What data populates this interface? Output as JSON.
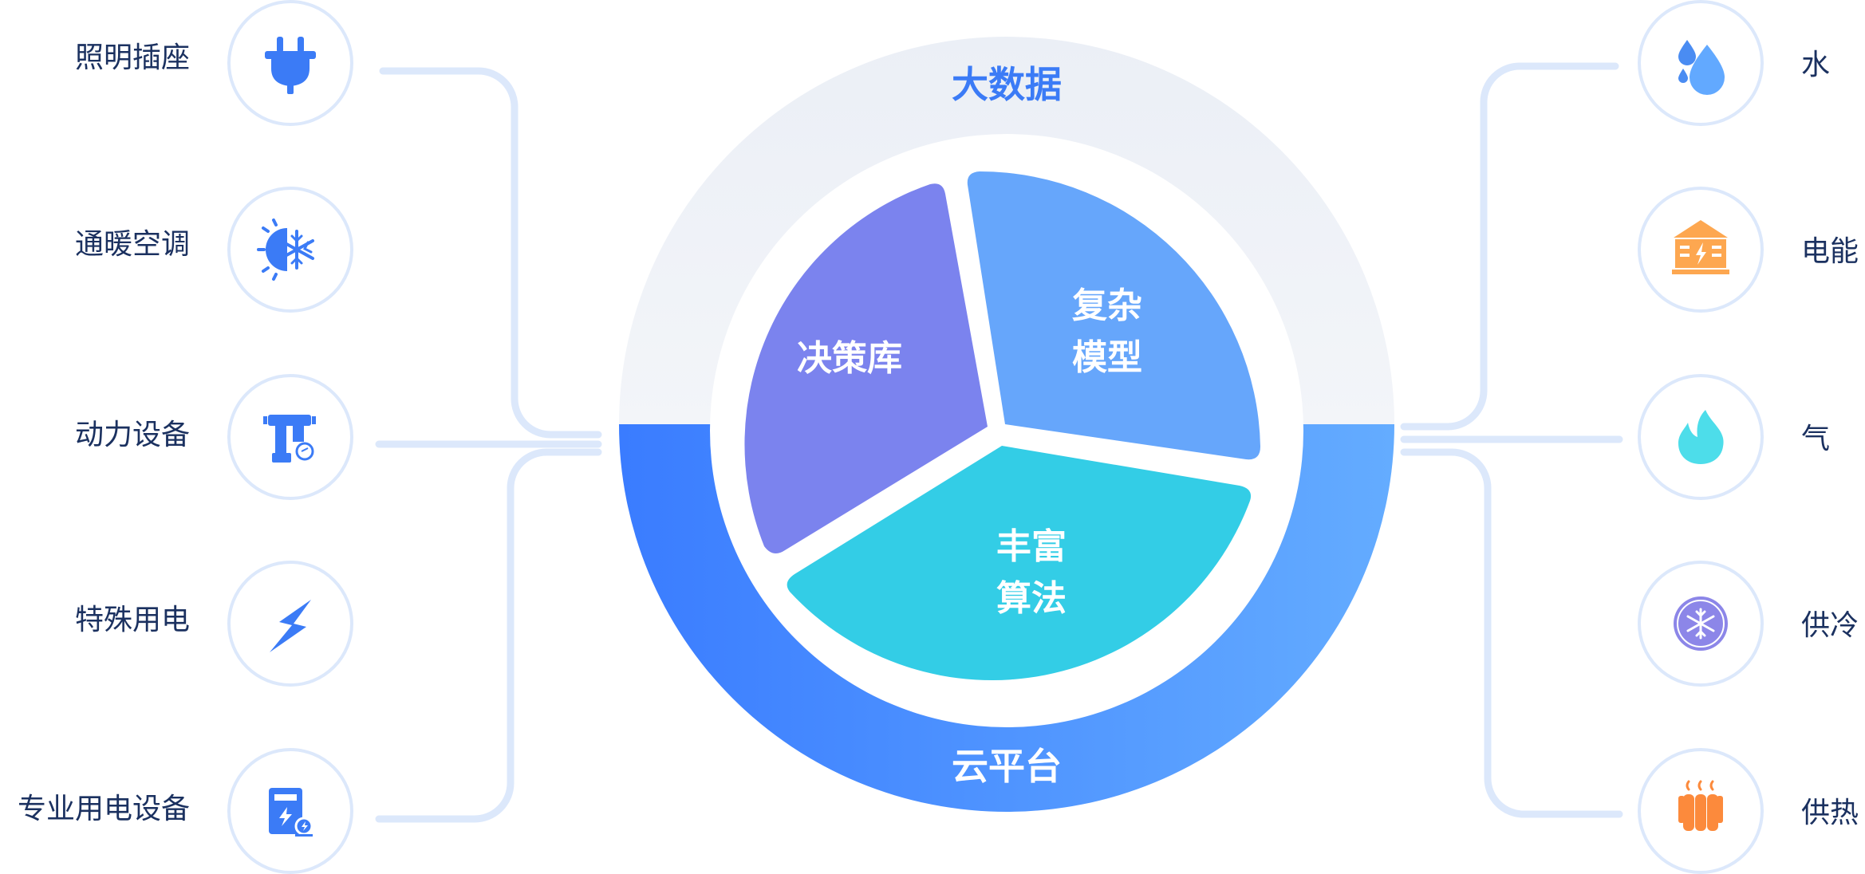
{
  "center": {
    "top_ring_label": "大数据",
    "bottom_ring_label": "云平台",
    "segments": {
      "decision": {
        "label": "决策库",
        "color": "#7B83EE"
      },
      "model": {
        "line1": "复杂",
        "line2": "模型",
        "color": "#66A6FB"
      },
      "algorithm": {
        "line1": "丰富",
        "line2": "算法",
        "color": "#33CDE6"
      }
    },
    "colors": {
      "top_ring": "#EEF1F6",
      "bottom_ring_start": "#3A7CFF",
      "bottom_ring_end": "#64ACFF",
      "title_top": "#3B7BF6",
      "title_bottom": "#FFFFFF"
    }
  },
  "left_items": [
    {
      "label": "照明插座",
      "icon": "plug-icon",
      "color": "#3B7BF6"
    },
    {
      "label": "通暖空调",
      "icon": "heating-ac-icon",
      "color": "#3B7BF6"
    },
    {
      "label": "动力设备",
      "icon": "pump-icon",
      "color": "#3B7BF6"
    },
    {
      "label": "特殊用电",
      "icon": "lightning-icon",
      "color": "#3B7BF6"
    },
    {
      "label": "专业用电设备",
      "icon": "power-cabinet-icon",
      "color": "#3B7BF6"
    }
  ],
  "right_items": [
    {
      "label": "水",
      "icon": "water-drop-icon",
      "color": "#62A9FF"
    },
    {
      "label": "电能",
      "icon": "power-station-icon",
      "color": "#FDA750"
    },
    {
      "label": "气",
      "icon": "flame-icon",
      "color": "#4DDDEA"
    },
    {
      "label": "供冷",
      "icon": "snowflake-icon",
      "color": "#8C86E8"
    },
    {
      "label": "供热",
      "icon": "radiator-icon",
      "color": "#FC8A3C"
    }
  ],
  "connector_color": "#DCE8FB"
}
